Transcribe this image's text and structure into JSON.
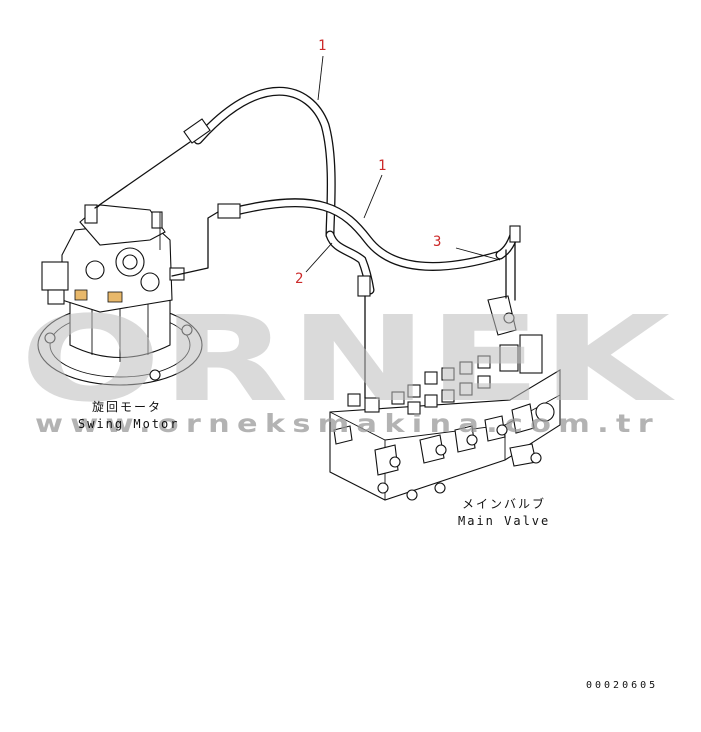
{
  "callouts": [
    {
      "id": "c1a",
      "label": "1"
    },
    {
      "id": "c1b",
      "label": "1"
    },
    {
      "id": "c2",
      "label": "2"
    },
    {
      "id": "c3",
      "label": "3"
    }
  ],
  "components": {
    "swing_motor": {
      "label_jp": "旋回モータ",
      "label_en": "Swing Motor"
    },
    "main_valve": {
      "label_jp": "メインバルブ",
      "label_en": "Main Valve"
    }
  },
  "watermark": {
    "big": "ORNEK",
    "small": "www.orneksmakina.com.tr"
  },
  "drawing_code": "00020605",
  "colors": {
    "callout": "#cc2a2a",
    "watermark": "#bdbdbd",
    "highlight": "#e8b86a"
  }
}
